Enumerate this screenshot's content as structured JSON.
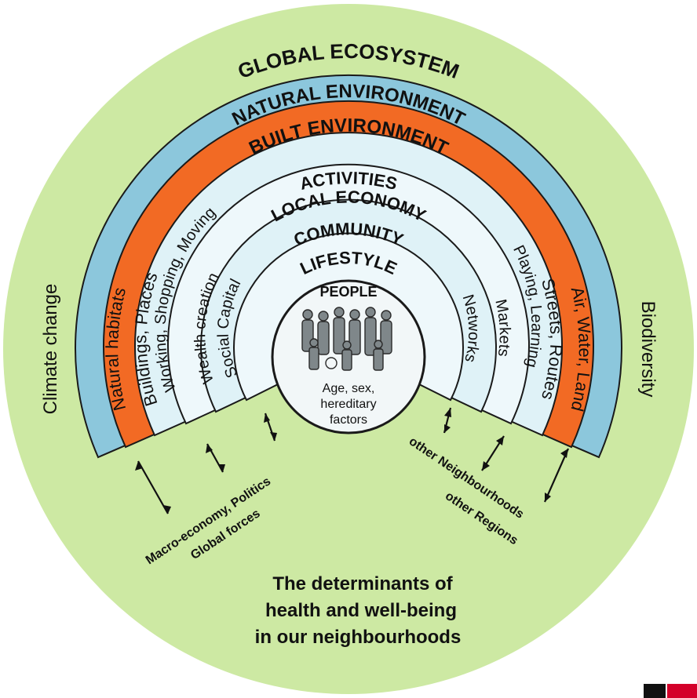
{
  "title_lines": [
    "The determinants of",
    "health and well-being",
    "in our neighbourhoods"
  ],
  "outer": {
    "global_ecosystem": "GLOBAL ECOSYSTEM",
    "left": "Climate change",
    "right": "Biodiversity"
  },
  "rings": {
    "natural": {
      "title": "NATURAL ENVIRONMENT",
      "left": "Natural habitats",
      "right": "Air, Water, Land"
    },
    "built": {
      "title": "BUILT ENVIRONMENT",
      "left": "Buildings, Places",
      "right": "Streets, Routes"
    },
    "activities": {
      "title": "ACTIVITIES",
      "left": "Working, Shopping, Moving",
      "right": "Playing, Learning"
    },
    "local_economy": {
      "title": "LOCAL ECONOMY",
      "left": "Wealth creation",
      "right": "Markets"
    },
    "community": {
      "title": "COMMUNITY",
      "left": "Social Capital",
      "right": "Networks"
    },
    "lifestyle": {
      "title": "LIFESTYLE"
    }
  },
  "core": {
    "title": "PEOPLE",
    "lines": [
      "Age, sex,",
      "hereditary",
      "factors"
    ]
  },
  "forces": {
    "left_lines": [
      "Macro-economy, Politics",
      "Global forces"
    ],
    "right_lines": [
      "other Neighbourhoods",
      "other Regions"
    ]
  },
  "colors": {
    "outer_circle": "#cde9a3",
    "natural": "#8cc7dc",
    "built": "#f26a24",
    "inner_light": "#dff2f7",
    "inner_lighter": "#eef8fb",
    "core": "#f2f7f8"
  }
}
